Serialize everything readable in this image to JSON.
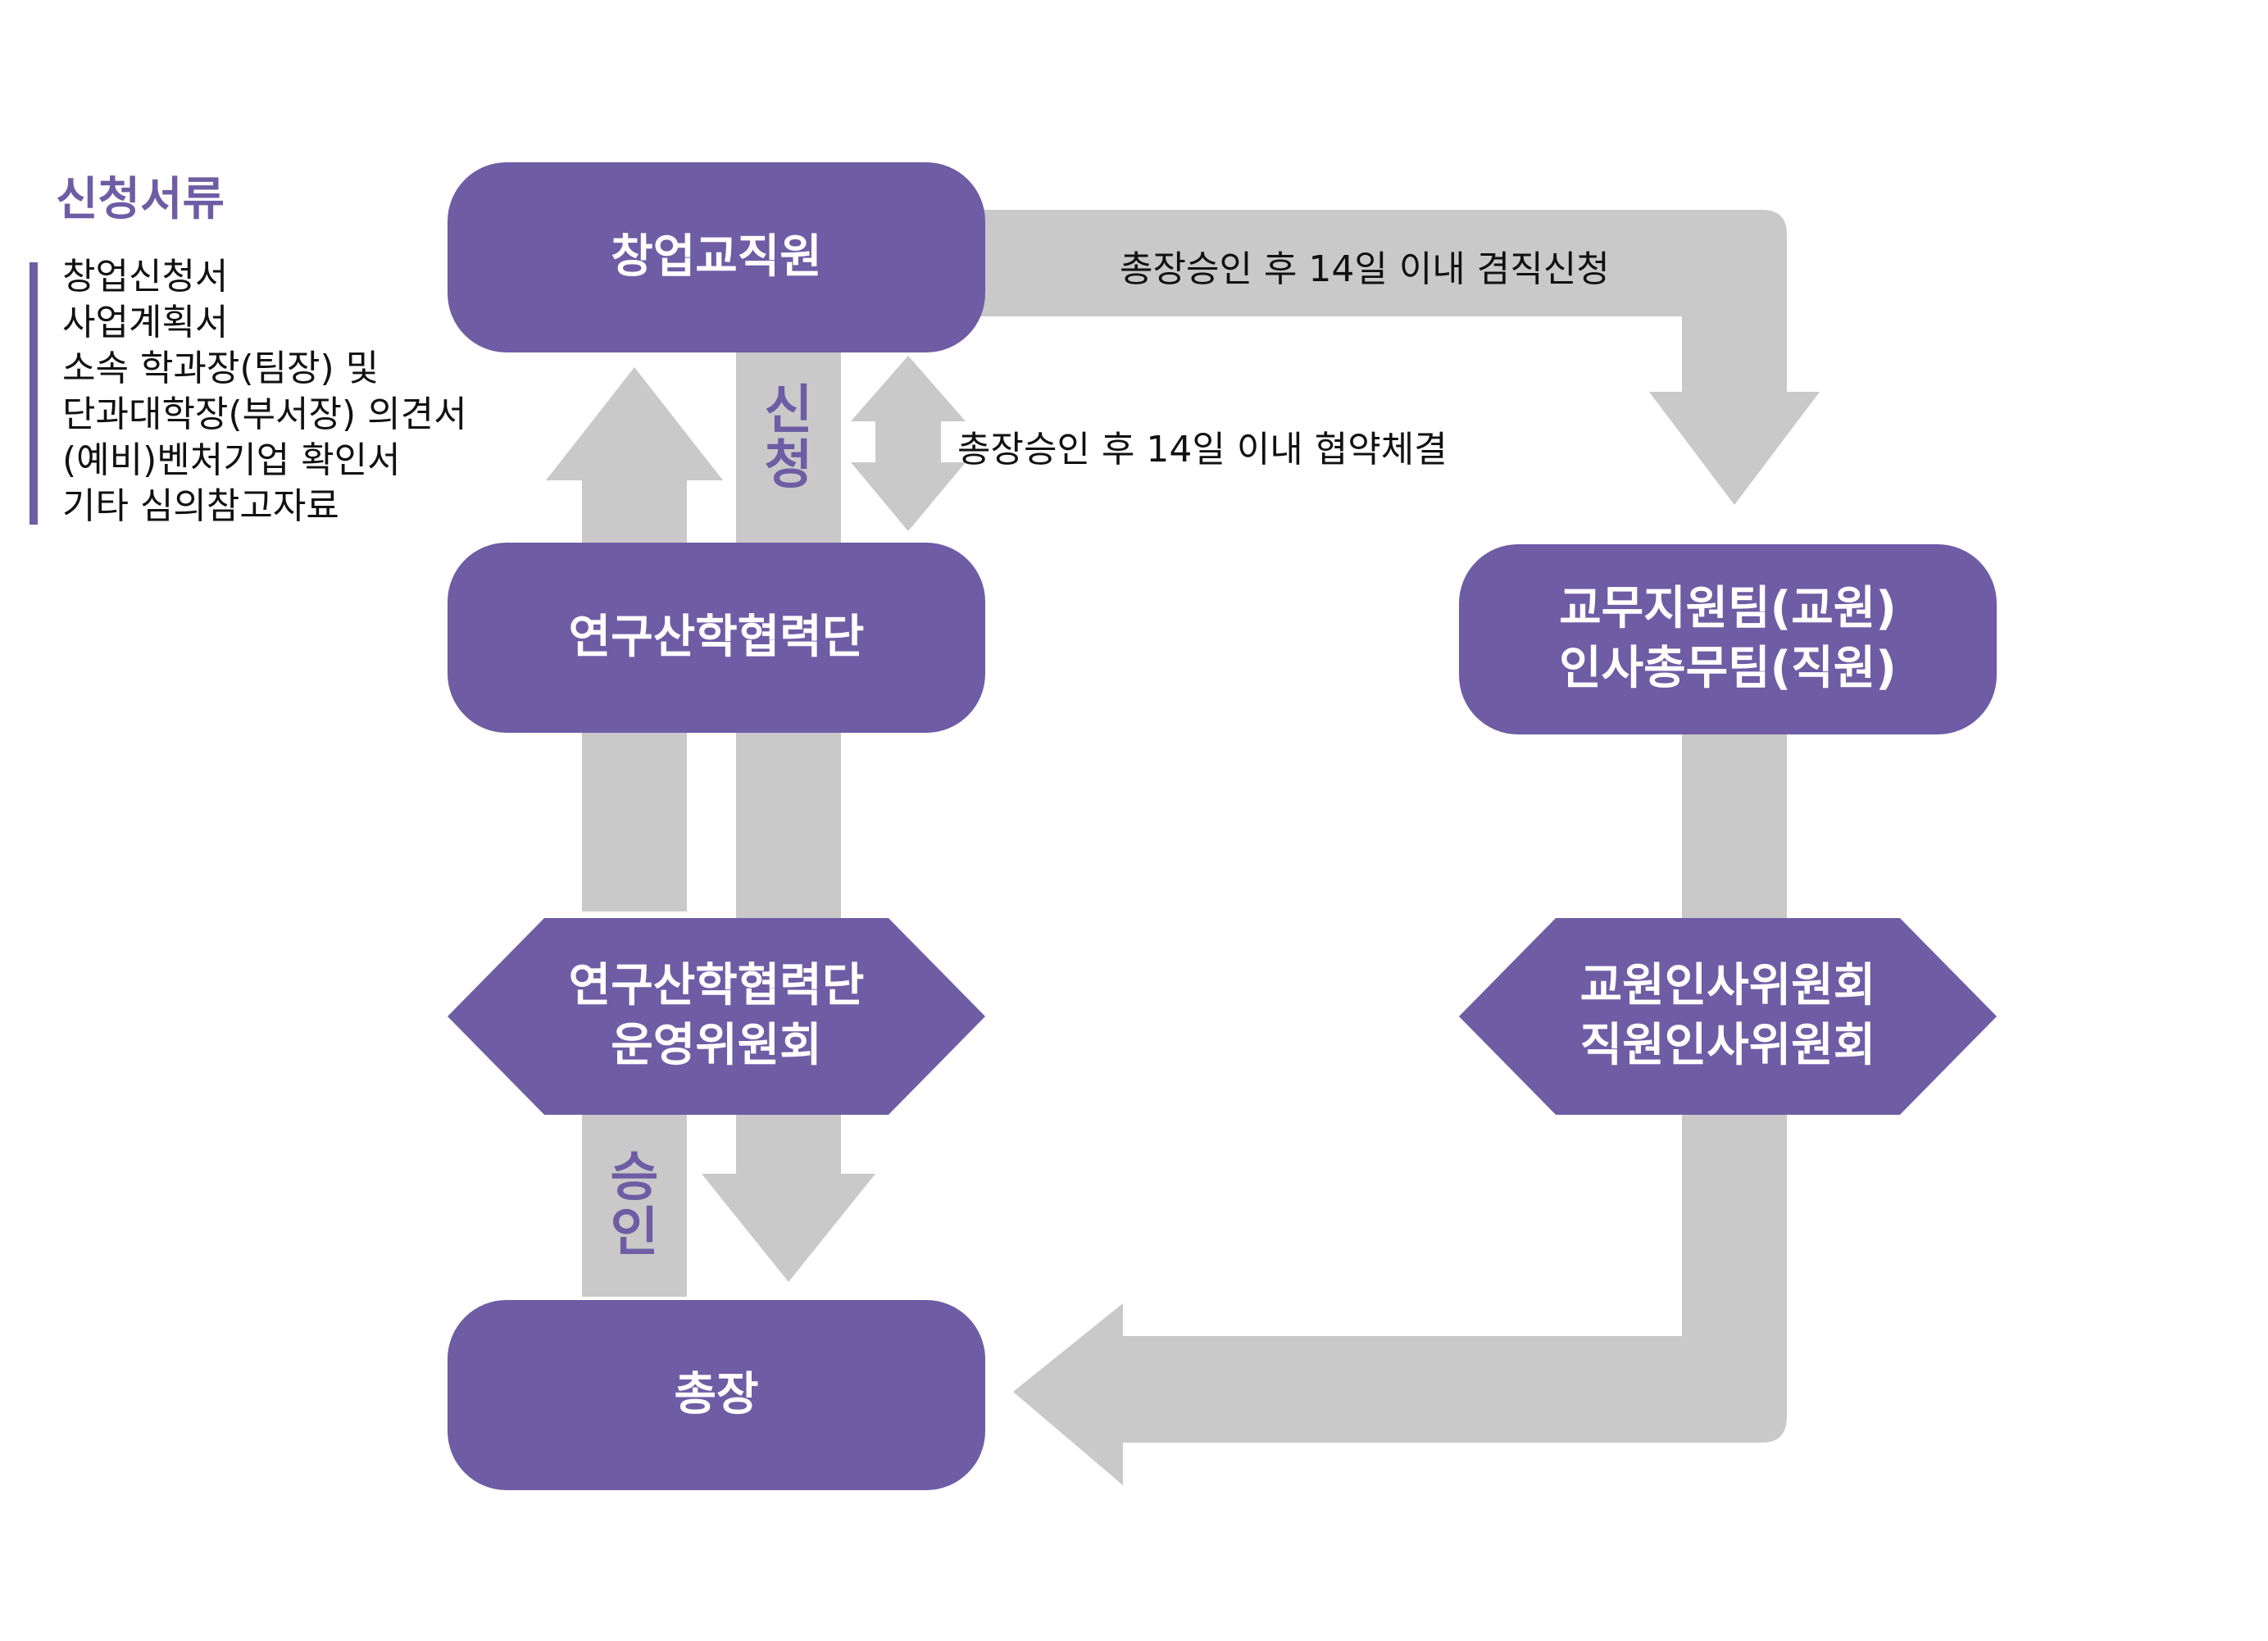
{
  "colors": {
    "node": "#6e5ca4",
    "arrow": "#c9c9c9",
    "accent": "#6e5ca4"
  },
  "documents": {
    "title": "신청서류",
    "items": [
      "창업신청서",
      "사업계획서",
      "소속 학과장(팀장) 및",
      "단과대학장(부서장) 의견서",
      "(예비)벤처기업 확인서",
      "기타 심의참고자료"
    ]
  },
  "nodes": {
    "founder": "창업교직원",
    "foundation": "연구산학협력단",
    "committee": [
      "연구산학협력단",
      "운영위원회"
    ],
    "president": "총장",
    "academic": [
      "교무지원팀(교원)",
      "인사총무팀(직원)"
    ],
    "personnel_committee": [
      "교원인사위원회",
      "직원인사위원회"
    ]
  },
  "labels": {
    "apply": [
      "신",
      "청"
    ],
    "approve": [
      "승",
      "인"
    ],
    "concurrent": "총장승인 후 14일 이내 겸직신청",
    "agreement": "총장승인 후 14일 이내 협약체결"
  }
}
